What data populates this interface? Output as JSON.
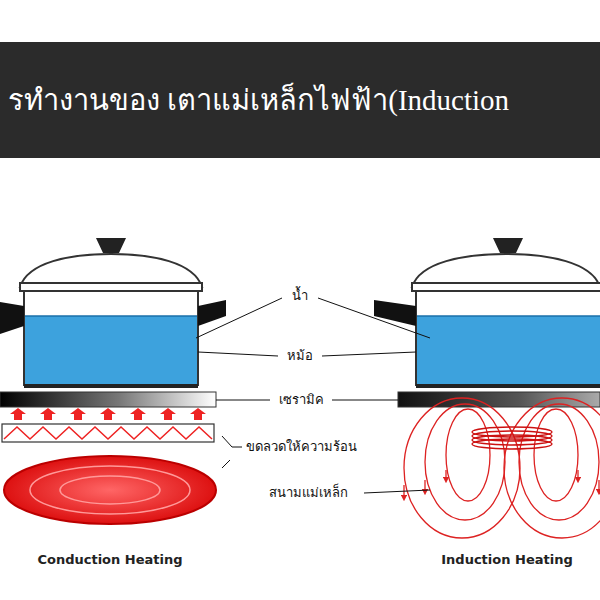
{
  "diagram": {
    "title": "รทำงานของ เตาแม่เหล็กไฟฟ้า(Induction",
    "labels": [
      "น้ำ",
      "หม้อ",
      "เซรามิค",
      "ขดลวดให้ความร้อน",
      "สนามแม่เหล็ก",
      "Conduction Heating",
      "Induction Heating"
    ]
  }
}
